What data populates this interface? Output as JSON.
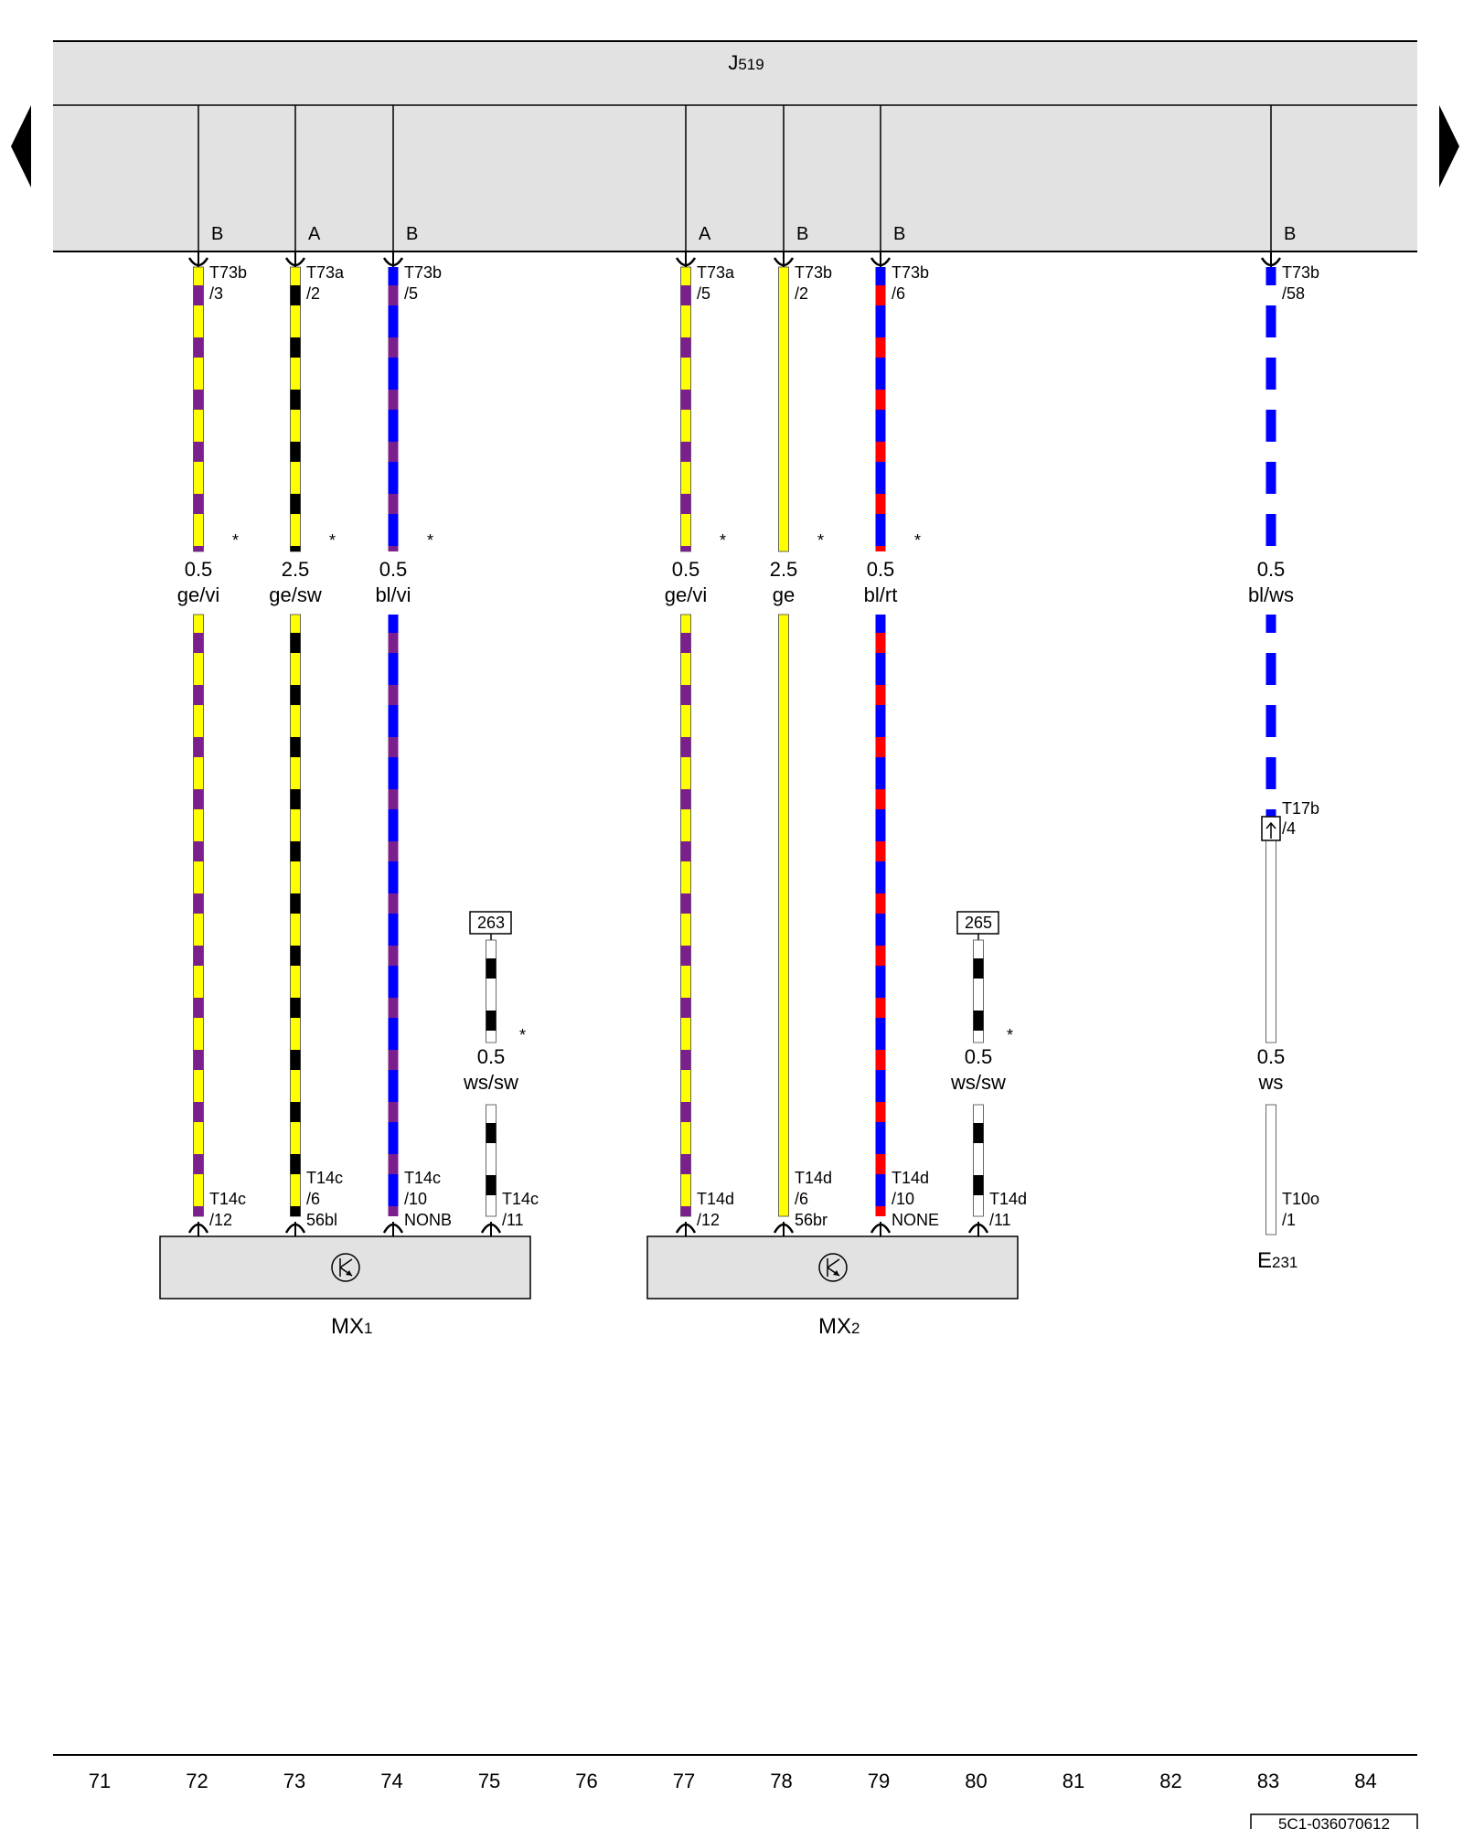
{
  "module": {
    "prefix": "J",
    "sub": "519"
  },
  "nav": {
    "left_icon": "triangle-left",
    "right_icon": "triangle-right"
  },
  "colors": {
    "ge": "#ffff00",
    "vi": "#7b1f8c",
    "sw": "#000000",
    "bl": "#0000ff",
    "rt": "#ff0000",
    "ws": "#ffffff"
  },
  "wires": [
    {
      "id": "w72",
      "plug": "B",
      "pin": "T73b",
      "pinNum": "/3",
      "size": "0.5",
      "code": "ge/vi",
      "colors": [
        "ge",
        "vi"
      ],
      "star": "*",
      "end": "T14c",
      "endNum": "/12",
      "endExtra": ""
    },
    {
      "id": "w73",
      "plug": "A",
      "pin": "T73a",
      "pinNum": "/2",
      "size": "2.5",
      "code": "ge/sw",
      "colors": [
        "ge",
        "sw"
      ],
      "star": "*",
      "end": "T14c",
      "endNum": "/6",
      "endExtra": "56bl"
    },
    {
      "id": "w74",
      "plug": "B",
      "pin": "T73b",
      "pinNum": "/5",
      "size": "0.5",
      "code": "bl/vi",
      "colors": [
        "bl",
        "vi"
      ],
      "star": "*",
      "end": "T14c",
      "endNum": "/10",
      "endExtra": "NONB"
    },
    {
      "id": "w77",
      "plug": "A",
      "pin": "T73a",
      "pinNum": "/5",
      "size": "0.5",
      "code": "ge/vi",
      "colors": [
        "ge",
        "vi"
      ],
      "star": "*",
      "end": "T14d",
      "endNum": "/12",
      "endExtra": ""
    },
    {
      "id": "w78",
      "plug": "B",
      "pin": "T73b",
      "pinNum": "/2",
      "size": "2.5",
      "code": "ge",
      "colors": [
        "ge"
      ],
      "star": "*",
      "end": "T14d",
      "endNum": "/6",
      "endExtra": "56br"
    },
    {
      "id": "w79",
      "plug": "B",
      "pin": "T73b",
      "pinNum": "/6",
      "size": "0.5",
      "code": "bl/rt",
      "colors": [
        "bl",
        "rt"
      ],
      "star": "*",
      "end": "T14d",
      "endNum": "/10",
      "endExtra": "NONE"
    },
    {
      "id": "w83",
      "plug": "B",
      "pin": "T73b",
      "pinNum": "/58",
      "size": "0.5",
      "code": "bl/ws",
      "colors": [
        "bl",
        "ws"
      ],
      "star": "",
      "midConnector": "T17b",
      "midNum": "/4",
      "size2": "0.5",
      "code2": "ws",
      "end": "T10o",
      "endNum": "/1",
      "endExtra": ""
    }
  ],
  "shortWires": [
    {
      "id": "s75",
      "ref": "263",
      "size": "0.5",
      "code": "ws/sw",
      "star": "*",
      "end": "T14c",
      "endNum": "/11"
    },
    {
      "id": "s80",
      "ref": "265",
      "size": "0.5",
      "code": "ws/sw",
      "star": "*",
      "end": "T14d",
      "endNum": "/11"
    }
  ],
  "components": [
    {
      "id": "mx1",
      "prefix": "MX",
      "sub": "1",
      "icon": "lamp-icon"
    },
    {
      "id": "mx2",
      "prefix": "MX",
      "sub": "2",
      "icon": "lamp-icon"
    }
  ],
  "e231": {
    "prefix": "E",
    "sub": "231"
  },
  "ruler": [
    "71",
    "72",
    "73",
    "74",
    "75",
    "76",
    "77",
    "78",
    "79",
    "80",
    "81",
    "82",
    "83",
    "84"
  ],
  "doc_id": "5C1-036070612"
}
